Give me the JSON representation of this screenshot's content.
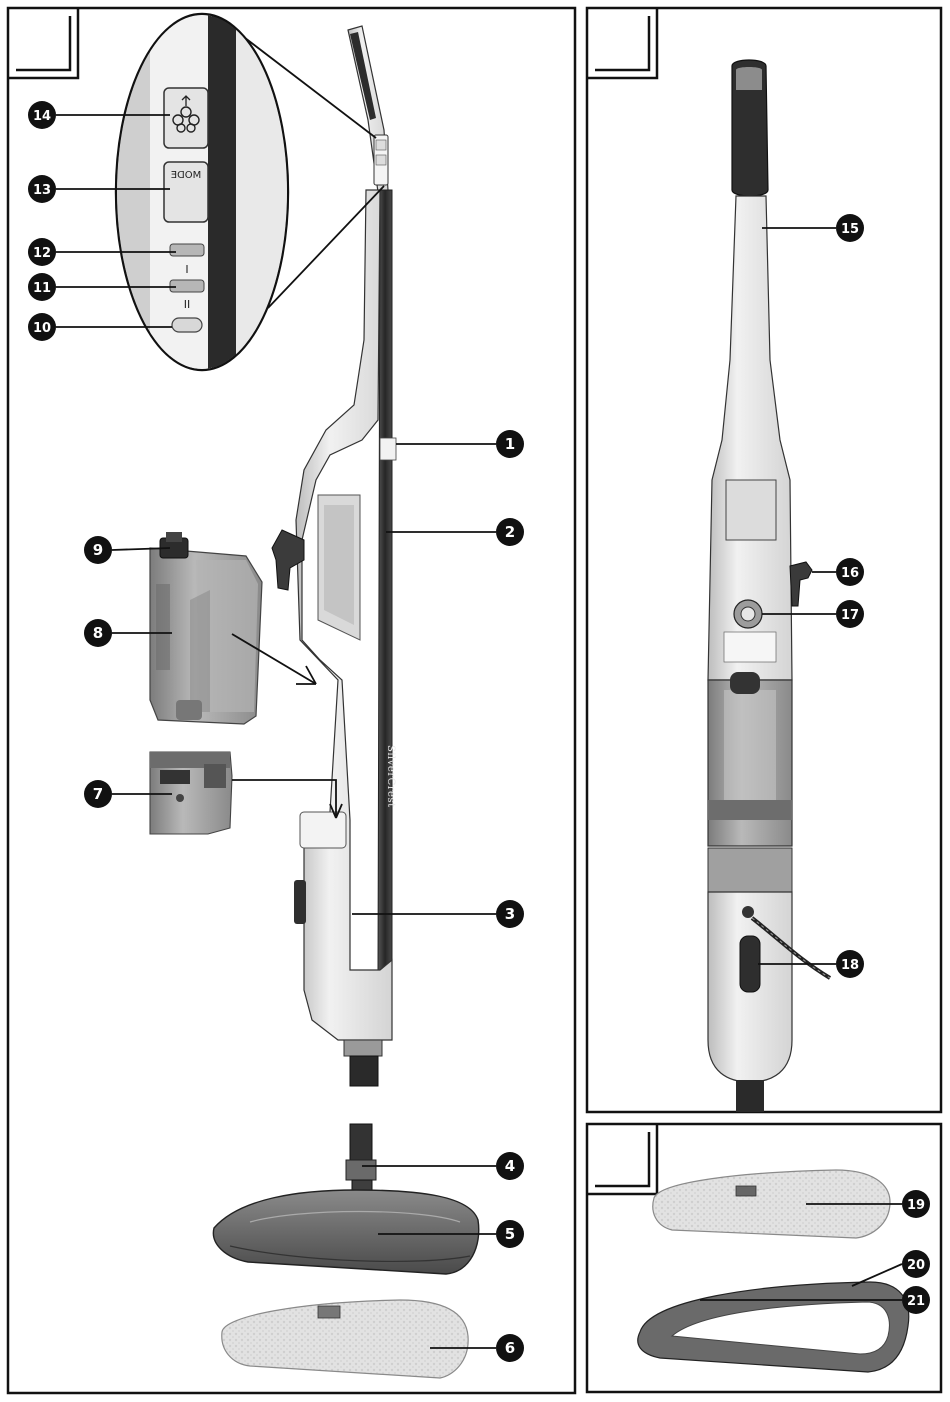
{
  "panels": [
    {
      "id": "A",
      "label": ""
    },
    {
      "id": "B",
      "label": ""
    },
    {
      "id": "C",
      "label": ""
    }
  ],
  "product": {
    "brand_text": "SilverCrest",
    "mode_button_text": "MODE",
    "level_one_text": "I",
    "level_two_text": "II"
  },
  "callouts": [
    {
      "number": "1"
    },
    {
      "number": "2"
    },
    {
      "number": "3"
    },
    {
      "number": "4"
    },
    {
      "number": "5"
    },
    {
      "number": "6"
    },
    {
      "number": "7"
    },
    {
      "number": "8"
    },
    {
      "number": "9"
    },
    {
      "number": "10"
    },
    {
      "number": "11"
    },
    {
      "number": "12"
    },
    {
      "number": "13"
    },
    {
      "number": "14"
    },
    {
      "number": "15"
    },
    {
      "number": "16"
    },
    {
      "number": "17"
    },
    {
      "number": "18"
    },
    {
      "number": "19"
    },
    {
      "number": "20"
    },
    {
      "number": "21"
    }
  ],
  "colors": {
    "frame": "#111111",
    "body_white": "#ececec",
    "body_shade": "#d0d0d0",
    "dark": "#3a3a3a",
    "tank": "#a8a8a8",
    "pad": "#dedede",
    "callout_fill": "#111111"
  }
}
